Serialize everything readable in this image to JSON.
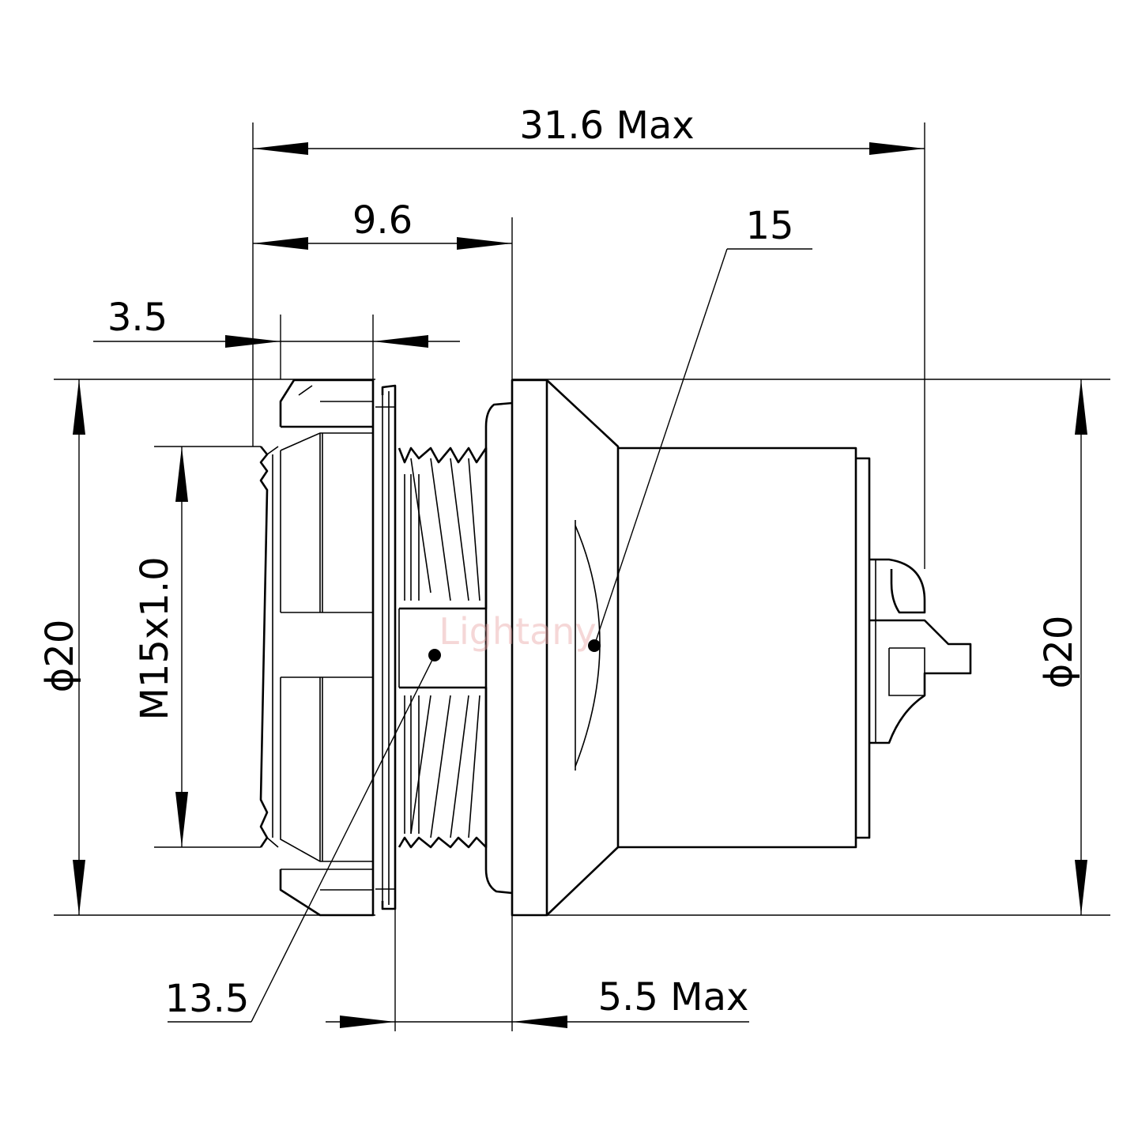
{
  "dimensions": {
    "overall_length": "31.6 Max",
    "thread_to_flange": "9.6",
    "nut_thickness": "3.5",
    "leader_15": "15",
    "leader_13_5": "13.5",
    "panel_max": "5.5 Max",
    "thread_spec": "M15x1.0",
    "diameter_left": "20",
    "diameter_right": "20",
    "diameter_symbol": "ϕ"
  },
  "watermark": "Lightany",
  "colors": {
    "line": "#000000",
    "watermark": "#e9a7a7"
  }
}
